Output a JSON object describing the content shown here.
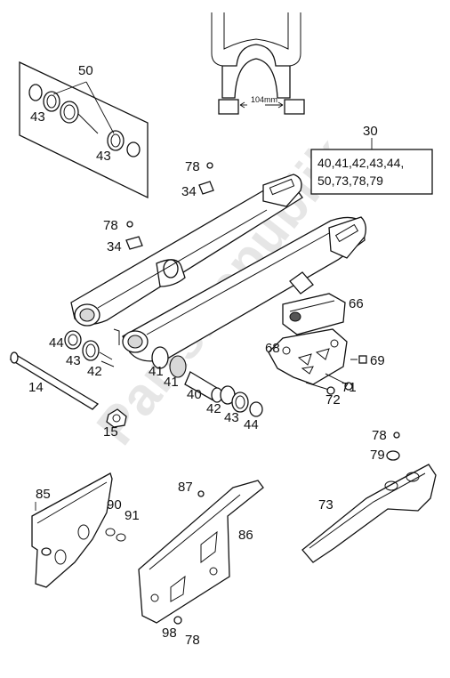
{
  "watermark": "PartsRepublik",
  "frame_dimension": "104mm",
  "callout_box": {
    "number": "30",
    "line1": "40,41,42,43,44,",
    "line2": "50,73,78,79"
  },
  "labels": {
    "l50": "50",
    "l43a": "43",
    "l43b": "43",
    "l30": "30",
    "l78a": "78",
    "l34a": "34",
    "l78b": "78",
    "l34b": "34",
    "l66": "66",
    "l44a": "44",
    "l43c": "43",
    "l42a": "42",
    "l14": "14",
    "l41a": "41",
    "l41b": "41",
    "l68": "68",
    "l69": "69",
    "l40": "40",
    "l42b": "42",
    "l43d": "43",
    "l44b": "44",
    "l71": "71",
    "l72": "72",
    "l15": "15",
    "l78c": "78",
    "l79": "79",
    "l85": "85",
    "l87": "87",
    "l90": "90",
    "l91": "91",
    "l73": "73",
    "l86": "86",
    "l98": "98",
    "l78d": "78"
  }
}
